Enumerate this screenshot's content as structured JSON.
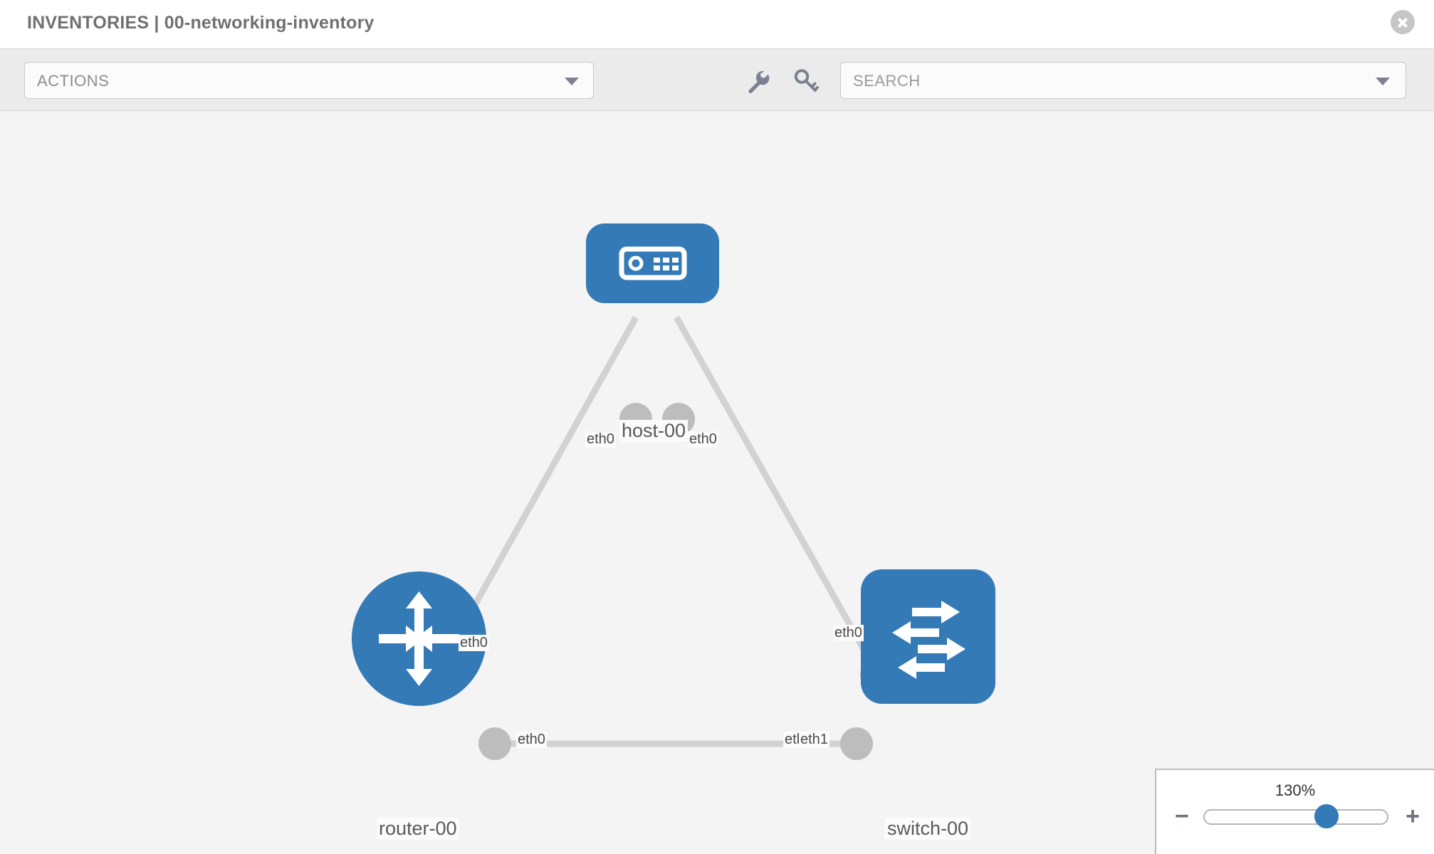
{
  "header": {
    "title": "INVENTORIES | 00-networking-inventory",
    "close_icon": "close-circle-icon"
  },
  "toolbar": {
    "actions_label": "ACTIONS",
    "actions_caret_icon": "chevron-down-icon",
    "wrench_icon": "wrench-icon",
    "key_icon": "key-icon",
    "search_placeholder": "SEARCH",
    "search_value": "",
    "search_caret_icon": "chevron-down-icon"
  },
  "topology": {
    "nodes": [
      {
        "id": "host-00",
        "label": "host-00",
        "icon": "server-icon",
        "shape": "rounded-rect",
        "color": "#337ab7"
      },
      {
        "id": "router-00",
        "label": "router-00",
        "icon": "router-arrows-icon",
        "shape": "circle",
        "color": "#337ab7"
      },
      {
        "id": "switch-00",
        "label": "switch-00",
        "icon": "switch-arrows-icon",
        "shape": "rounded-square",
        "color": "#337ab7"
      }
    ],
    "interface_labels": {
      "host_left": "eth0",
      "host_right": "eth0",
      "left_diagonal": "eth0",
      "right_diagonal": "eth0",
      "router_right": "eth0",
      "switch_left_under": "eth0",
      "switch_left_over": "eth1"
    },
    "links": [
      {
        "from": "host-00",
        "to": "router-00",
        "from_if": "eth0",
        "to_if": "eth0"
      },
      {
        "from": "host-00",
        "to": "switch-00",
        "from_if": "eth0",
        "to_if": "eth0"
      },
      {
        "from": "router-00",
        "to": "switch-00",
        "from_if": "eth0",
        "to_if": "eth1"
      }
    ],
    "edge_color": "#d2d2d2",
    "stub_color": "#bdbdbd",
    "canvas_background": "#f4f4f4"
  },
  "zoom_control": {
    "level": "130%",
    "minus_label": "−",
    "plus_label": "+",
    "slider_percent": 62
  }
}
